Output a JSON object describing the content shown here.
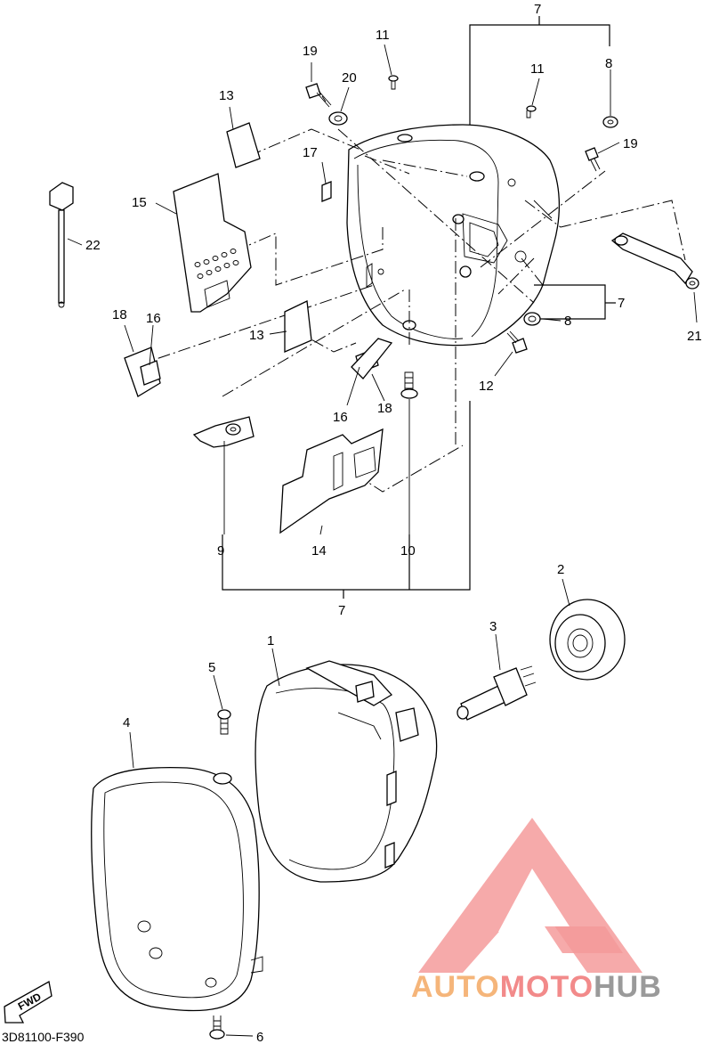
{
  "diagram": {
    "code": "3D81100-F390",
    "fwd_label": "FWD",
    "callouts": {
      "c1": "1",
      "c2": "2",
      "c3": "3",
      "c4": "4",
      "c5": "5",
      "c6": "6",
      "c7_top": "7",
      "c7_right": "7",
      "c7_bottom": "7",
      "c8_top": "8",
      "c8_right": "8",
      "c9": "9",
      "c10": "10",
      "c11_a": "11",
      "c11_b": "11",
      "c12": "12",
      "c13_a": "13",
      "c13_b": "13",
      "c14": "14",
      "c15": "15",
      "c16_a": "16",
      "c16_b": "16",
      "c17": "17",
      "c18_a": "18",
      "c18_b": "18",
      "c19_a": "19",
      "c19_b": "19",
      "c20": "20",
      "c21": "21",
      "c22": "22"
    }
  },
  "watermark": {
    "brand_auto": "AUTO",
    "brand_moto": "MOTO",
    "brand_hub": "HUB",
    "colors": {
      "logo": "#f28a8a",
      "auto": "#f5b57a",
      "moto": "#f28a8a",
      "hub": "#9a9a9a"
    }
  }
}
